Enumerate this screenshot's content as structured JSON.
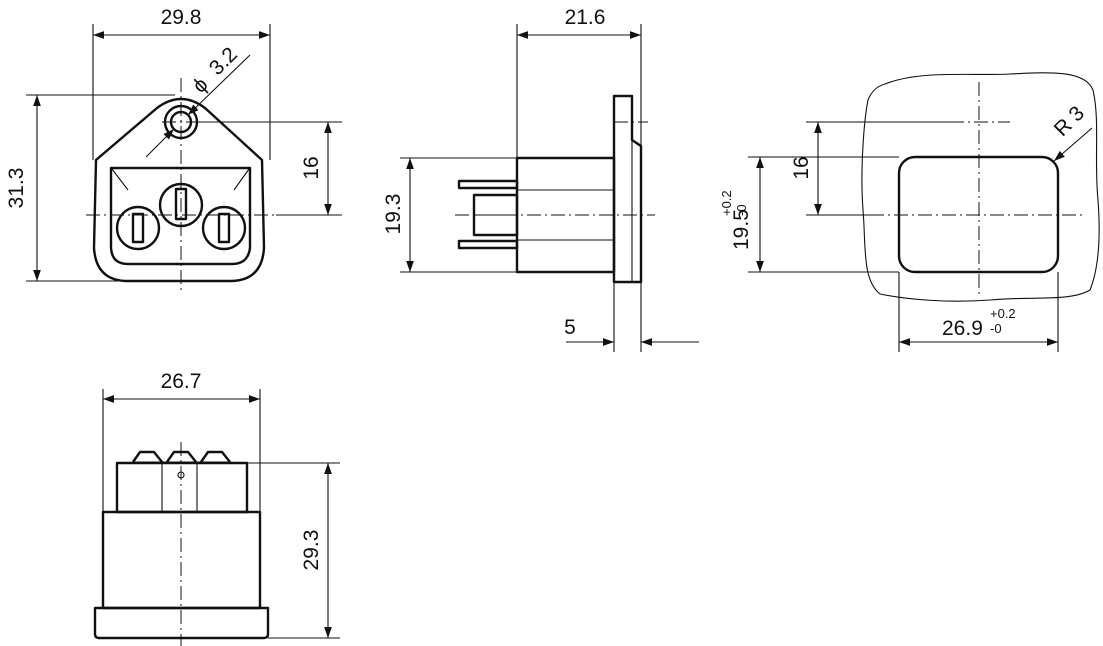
{
  "front_view": {
    "width_dim": "29.8",
    "height_dim": "31.3",
    "hole_symbol": "ϕ",
    "hole_dim": "3.2",
    "offset_dim": "16"
  },
  "side_view": {
    "depth_dim": "21.6",
    "height_dim": "19.3",
    "panel_dim": "5"
  },
  "cutout_view": {
    "radius_label": "R 3",
    "offset_dim": "16",
    "height_dim": "19.5",
    "height_tol_plus": "+0.2",
    "height_tol_minus": "-0",
    "width_dim": "26.9",
    "width_tol_plus": "+0.2",
    "width_tol_minus": "-0"
  },
  "bottom_view": {
    "width_dim": "26.7",
    "height_dim": "29.3"
  }
}
